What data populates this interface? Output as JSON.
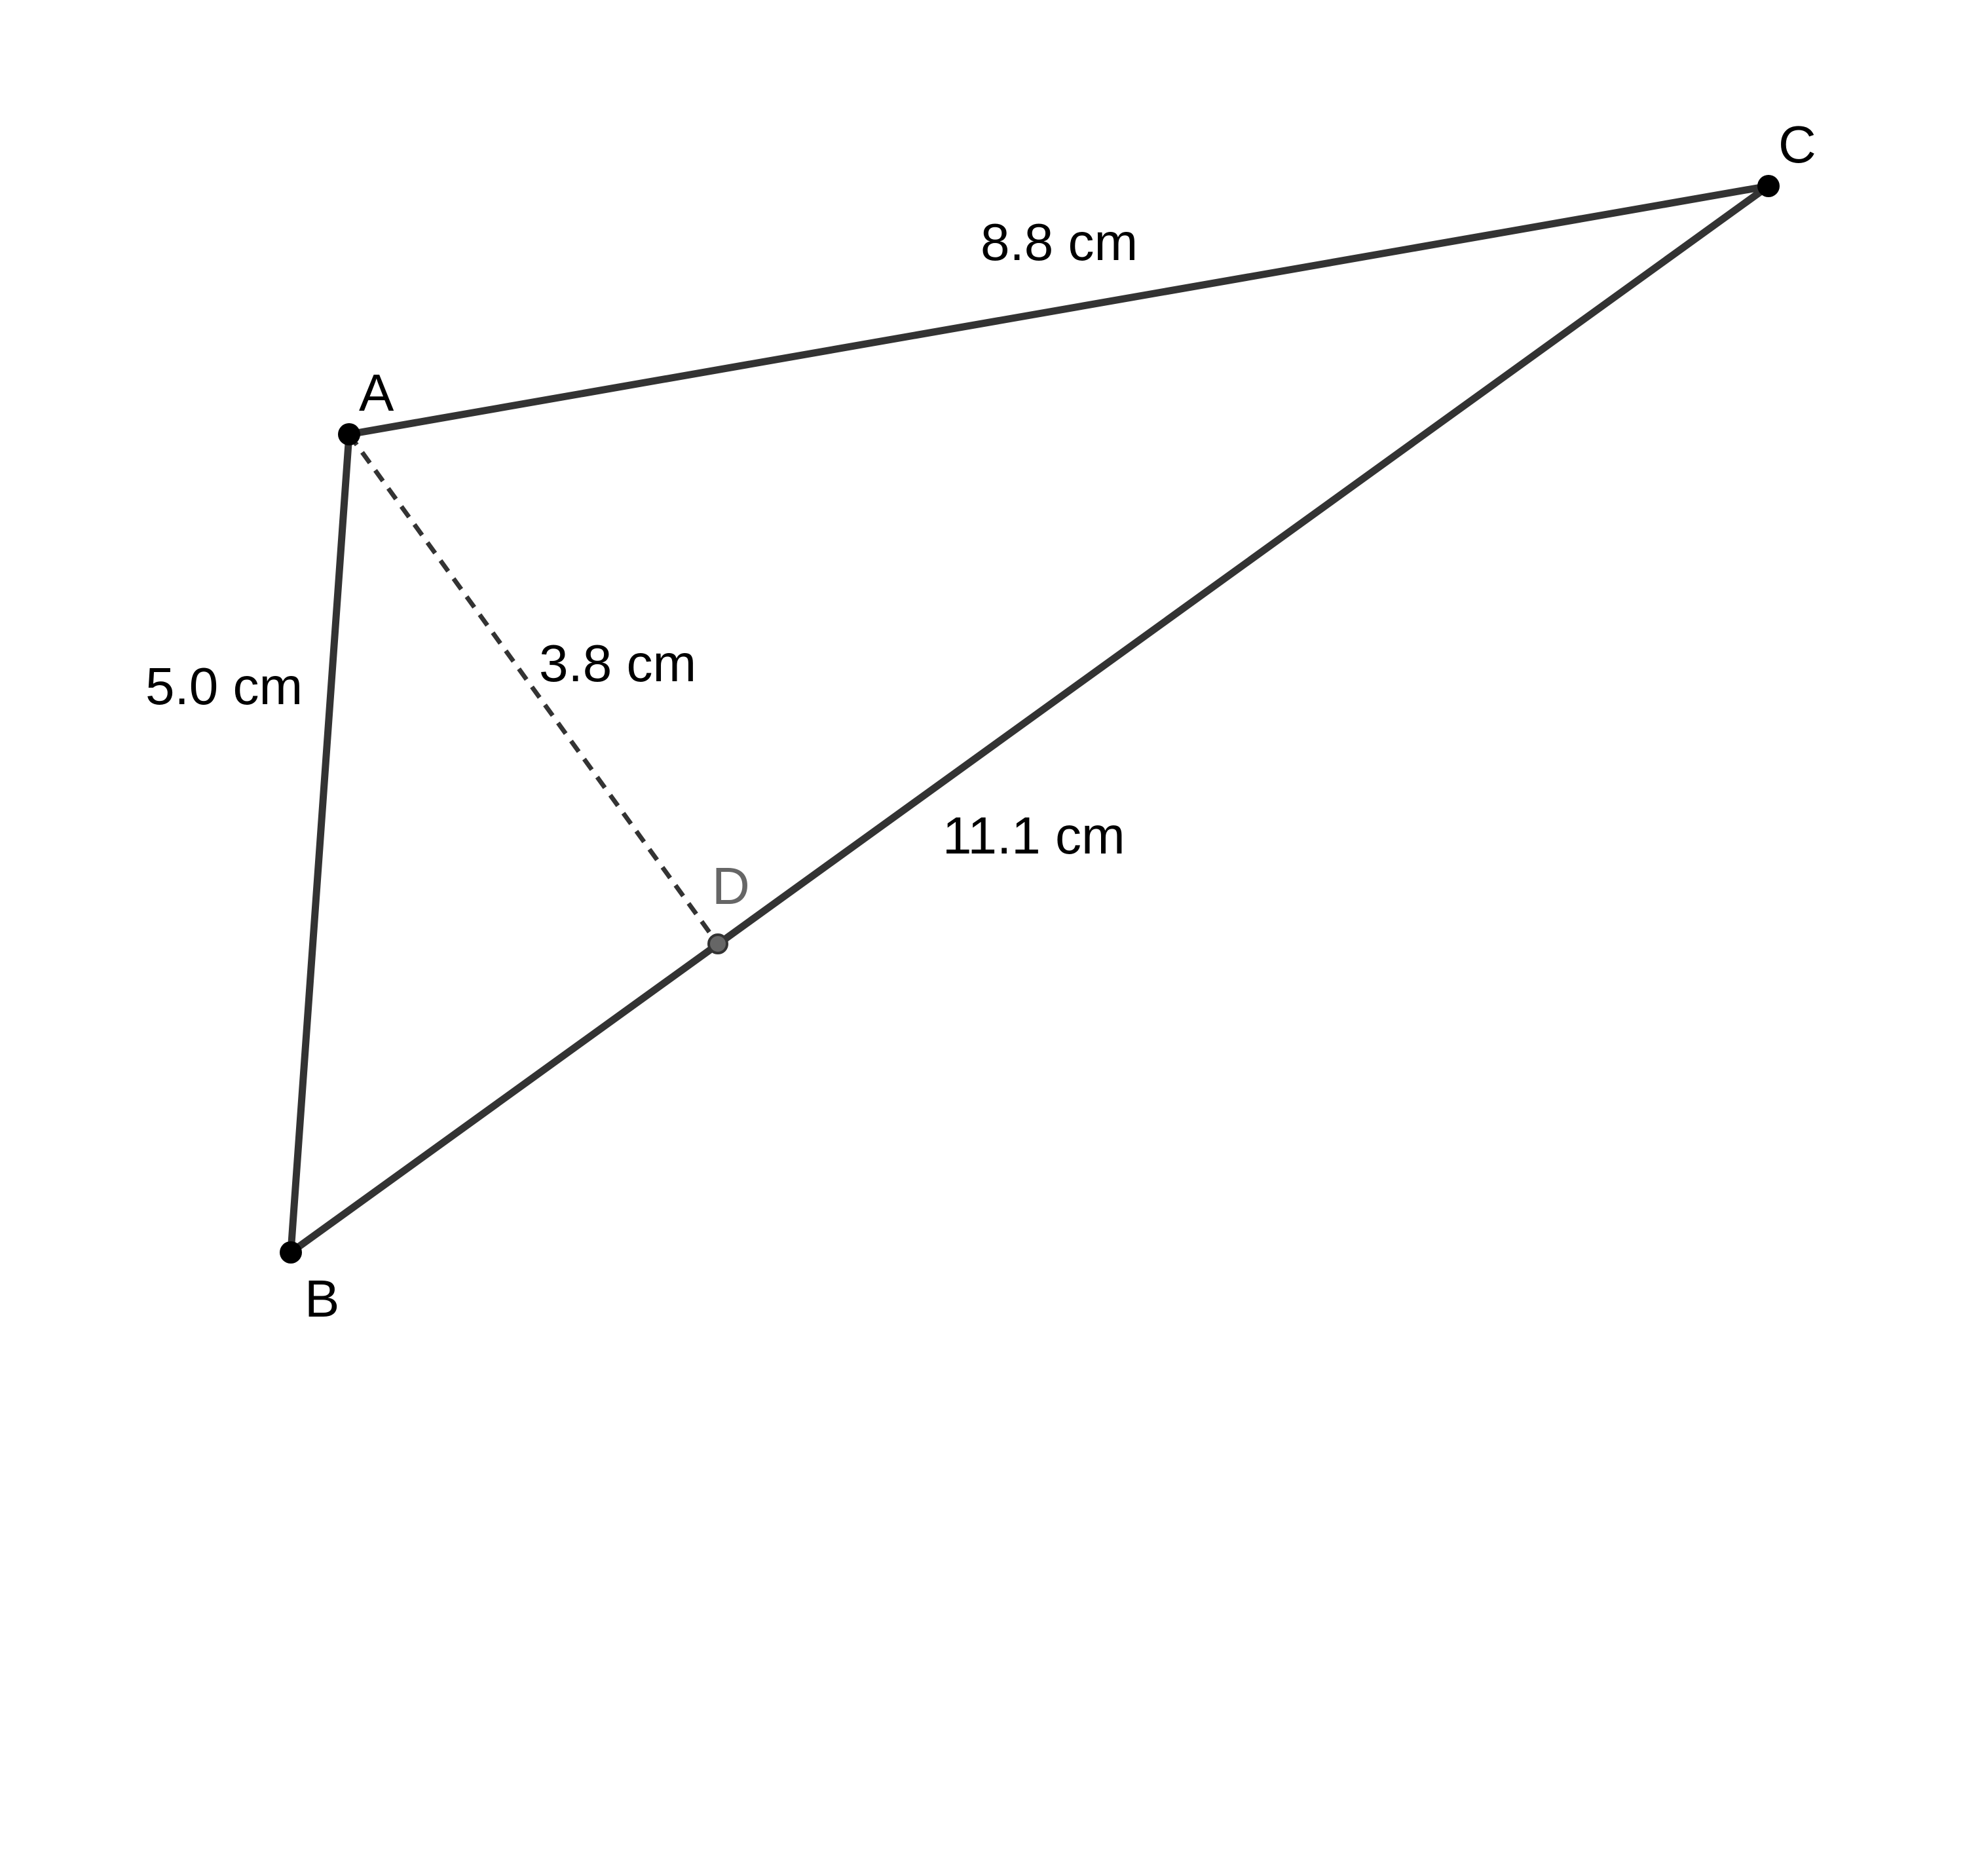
{
  "diagram": {
    "points": {
      "A": {
        "label": "A"
      },
      "B": {
        "label": "B"
      },
      "C": {
        "label": "C"
      },
      "D": {
        "label": "D"
      }
    },
    "segments": {
      "AB": {
        "label": "5.0 cm"
      },
      "AC": {
        "label": "8.8 cm"
      },
      "BC": {
        "label": "11.1 cm"
      },
      "AD": {
        "label": "3.8 cm"
      }
    },
    "colors": {
      "stroke": "#333333",
      "point": "#000000",
      "foot_point": "#666666",
      "foot_label": "#666666",
      "text": "#000000"
    }
  }
}
